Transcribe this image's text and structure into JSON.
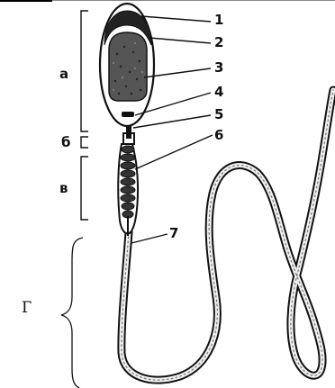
{
  "labels": [
    "1",
    "2",
    "3",
    "4",
    "5",
    "6",
    "7"
  ],
  "sections": {
    "a": "а",
    "b": "б",
    "v": "в",
    "g": "Г"
  }
}
